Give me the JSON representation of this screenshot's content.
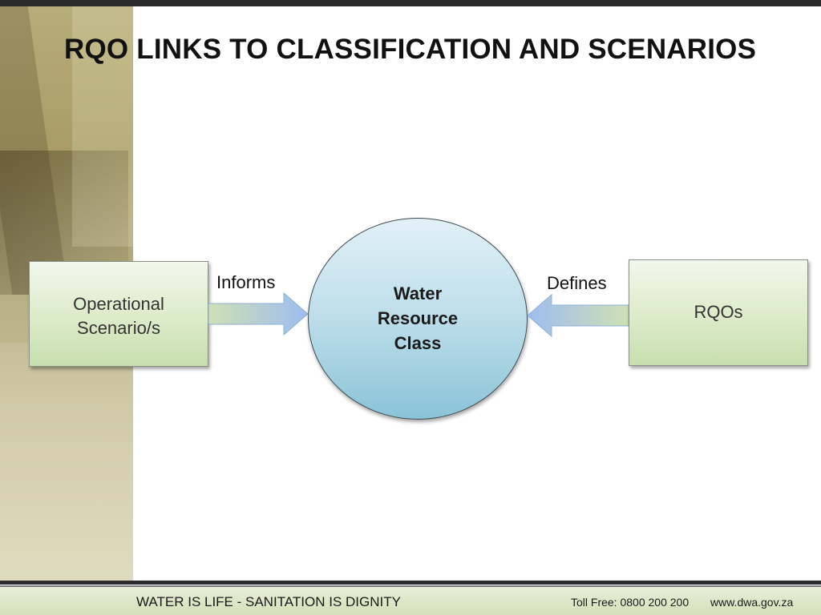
{
  "slide": {
    "title": "RQO LINKS TO CLASSIFICATION AND SCENARIOS"
  },
  "diagram": {
    "nodes": [
      {
        "id": "operational",
        "label": "Operational Scenario/s",
        "shape": "rectangle"
      },
      {
        "id": "center",
        "label": "Water\nResource\nClass",
        "shape": "circle"
      },
      {
        "id": "rqos",
        "label": "RQOs",
        "shape": "rectangle"
      }
    ],
    "edges": [
      {
        "from": "operational",
        "to": "center",
        "label": "Informs"
      },
      {
        "from": "rqos",
        "to": "center",
        "label": "Defines"
      }
    ]
  },
  "footer": {
    "slogan": "WATER IS LIFE - SANITATION IS DIGNITY",
    "phone": "Toll Free: 0800 200 200",
    "website": "www.dwa.gov.za"
  },
  "colors": {
    "box_fill": "#dcebc9",
    "circle_fill": "#b8dbe8",
    "arrow_fill": "#a9c8ef",
    "footer_band": "#d6e0b9"
  }
}
